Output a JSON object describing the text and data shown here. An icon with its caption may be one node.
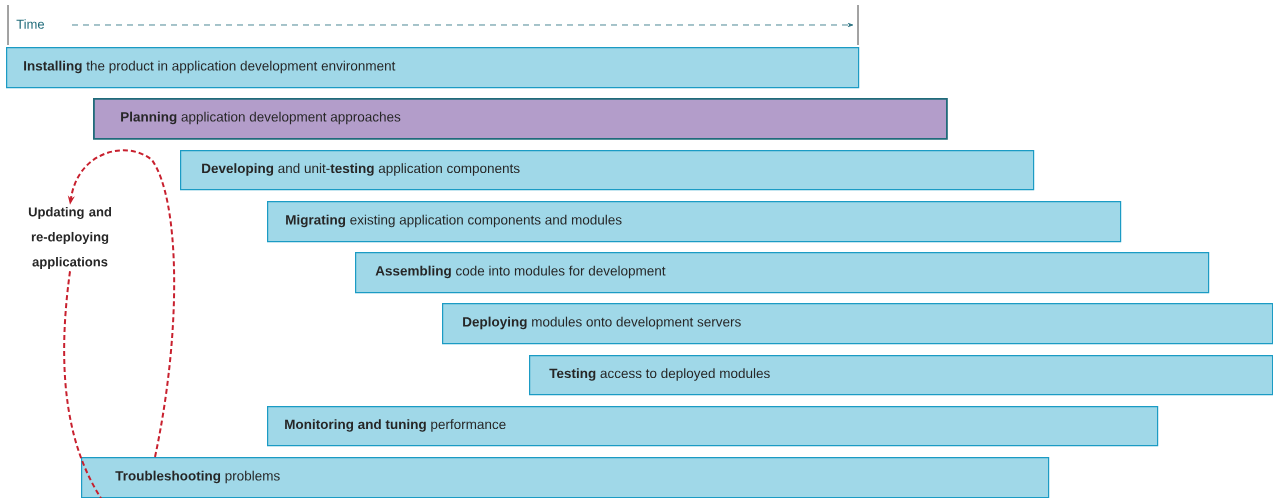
{
  "diagram": {
    "nodes": [
      {
        "text": [
          "**Installing** the product in application development environment"
        ]
      },
      {
        "text": [
          "**Planning** application development approaches"
        ]
      },
      {
        "text": [
          "**Developing** and unit-**testing** application components"
        ]
      },
      {
        "text": [
          "**Migrating** existing application components and modules"
        ]
      },
      {
        "text": [
          "**Assembling** code into modules for development"
        ]
      },
      {
        "text": [
          "**Deploying** modules onto development servers"
        ]
      },
      {
        "text": [
          "**Testing** access to deployed modules"
        ]
      },
      {
        "text": [
          "**Monitoring and tuning** performance"
        ]
      },
      {
        "text": [
          "**Troubleshooting** problems"
        ]
      },
      {
        "text": [
          "Updating and re-deploying applications"
        ]
      }
    ],
    "edges": [
      {
        "from": 9,
        "to": 8,
        "arrow": "none",
        "style": "dashed",
        "color": "#c8202e"
      },
      {
        "from": 8,
        "to": 9,
        "arrow": "to",
        "style": "dashed",
        "color": "#c8202e"
      }
    ],
    "labels": [
      "Time"
    ]
  }
}
